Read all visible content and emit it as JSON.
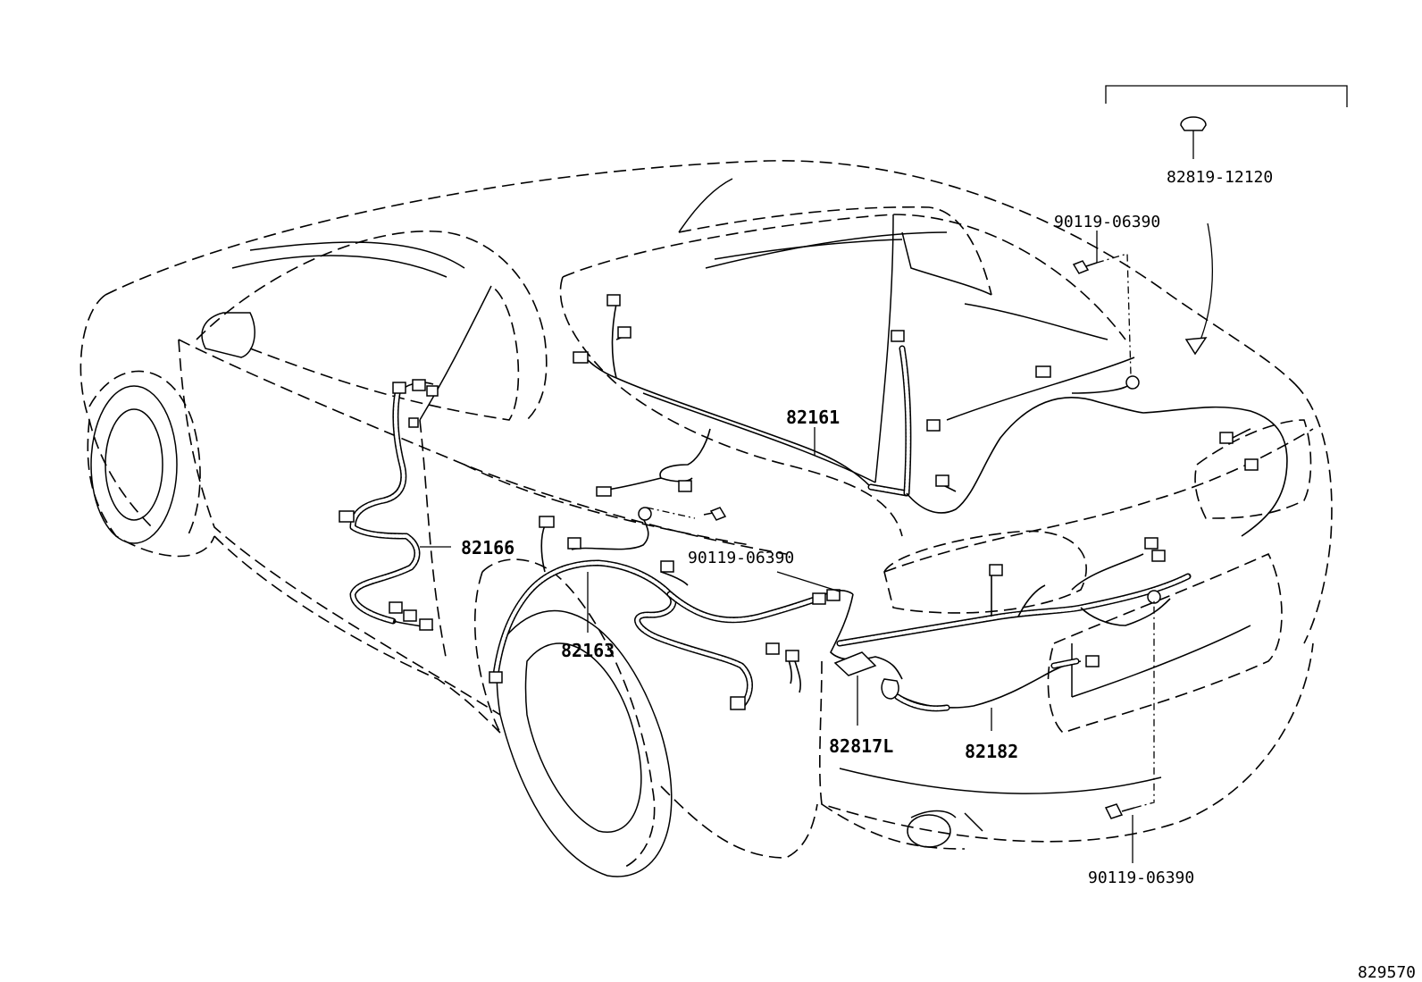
{
  "diagram": {
    "drawing_number": "829570",
    "part_labels": [
      {
        "id": "82161",
        "text": "82161"
      },
      {
        "id": "82166",
        "text": "82166"
      },
      {
        "id": "82163",
        "text": "82163"
      },
      {
        "id": "82817L",
        "text": "82817L"
      },
      {
        "id": "82182",
        "text": "82182"
      },
      {
        "id": "82819-12120",
        "text": "82819-12120"
      },
      {
        "id": "bolt-top",
        "text": "90119-06390"
      },
      {
        "id": "bolt-mid",
        "text": "90119-06390"
      },
      {
        "id": "bolt-bottom",
        "text": "90119-06390"
      }
    ]
  }
}
